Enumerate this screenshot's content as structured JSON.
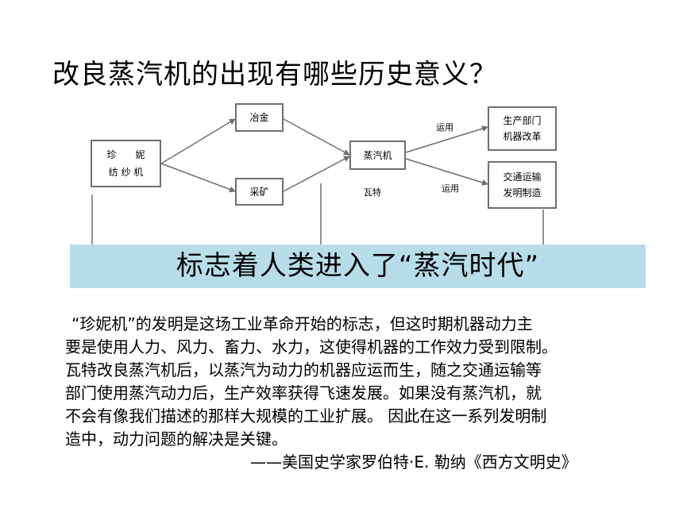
{
  "title": "改良蒸汽机的出现有哪些历史意义？",
  "diagram": {
    "boxes": {
      "jenny_line1": "珍　　妮",
      "jenny_line2": "纺  纱  机",
      "metallurgy": "冶金",
      "mining": "采矿",
      "steam_engine": "蒸汽机",
      "production_line1": "生产部门",
      "production_line2": "机器改革",
      "transport_line1": "交通运输",
      "transport_line2": "发明制造"
    },
    "labels": {
      "watt": "瓦特",
      "apply_top": "运用",
      "apply_bottom": "运用"
    }
  },
  "banner": "标志着人类进入了“蒸汽时代”",
  "quote_lines": [
    "“珍妮机”的发明是这场工业革命开始的标志，但这时期机器动力主",
    "要是使用人力、风力、畜力、水力，这使得机器的工作效力受到限制。",
    "瓦特改良蒸汽机后，以蒸汽为动力的机器应运而生，随之交通运输等",
    "部门使用蒸汽动力后，生产效率获得飞速发展。如果没有蒸汽机，就",
    "不会有像我们描述的那样大规模的工业扩展。 因此在这一系列发明制",
    "造中，动力问题的解决是关键。"
  ],
  "source": "——美国史学家罗伯特·E. 勒纳《西方文明史》",
  "colors": {
    "banner_bg": "#b7dde8",
    "line": "#6f6f6f"
  }
}
